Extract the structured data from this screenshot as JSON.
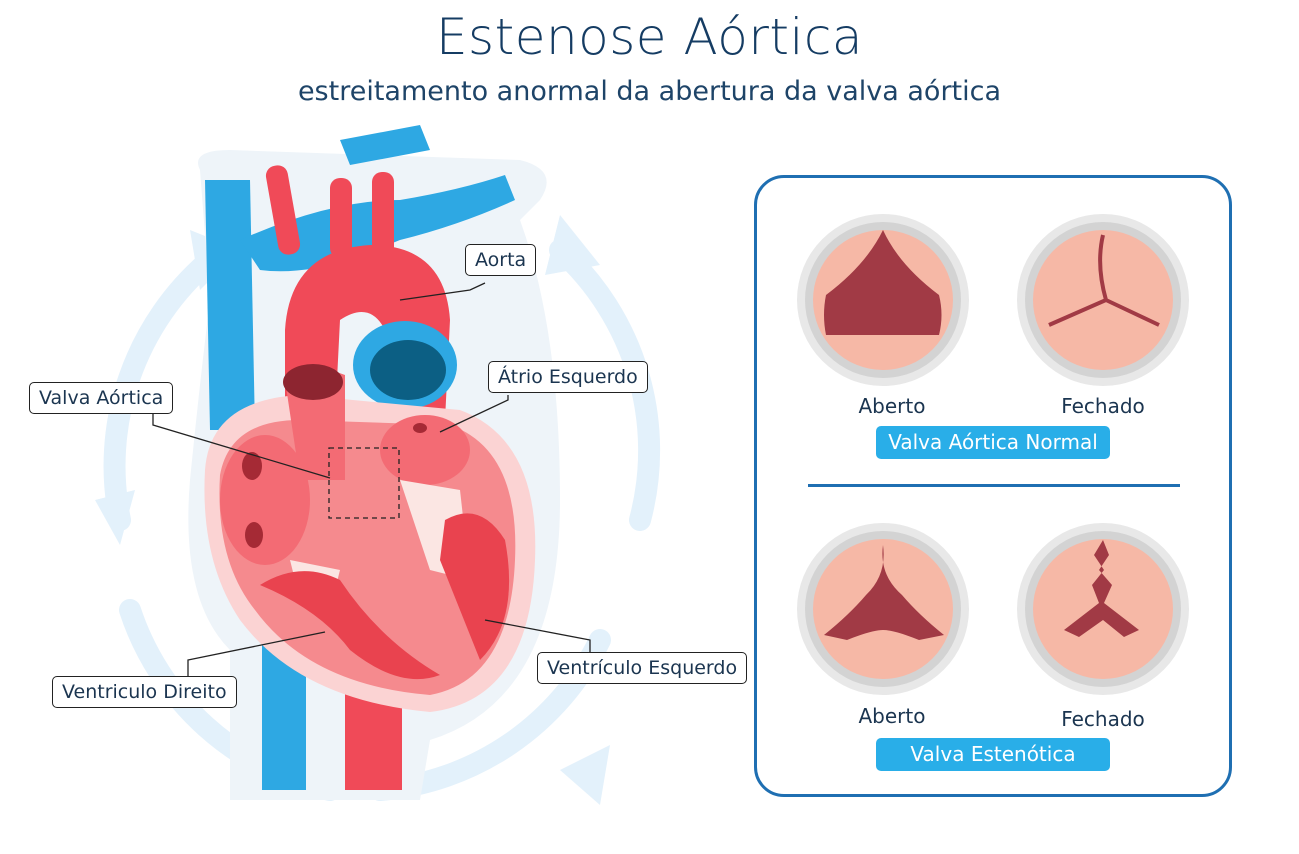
{
  "title": "Estenose Aórtica",
  "subtitle": "estreitamento anormal da abertura da valva aórtica",
  "callouts": {
    "aorta": "Aorta",
    "atrio_esquerdo": "Átrio Esquerdo",
    "valva_aortica": "Valva Aórtica",
    "ventriculo_direito": "Ventriculo Direito",
    "ventriculo_esquerdo": "Ventrículo Esquerdo"
  },
  "panel": {
    "normal": {
      "open_label": "Aberto",
      "closed_label": "Fechado",
      "caption": "Valva Aórtica Normal"
    },
    "stenotic": {
      "open_label": "Aberto",
      "closed_label": "Fechado",
      "caption": "Valva Estenótica"
    }
  },
  "colors": {
    "artery_red": "#f04a58",
    "vein_blue": "#2ea8e3",
    "accent_blue": "#29aee8",
    "panel_border": "#1f6fb2",
    "valve_dark": "#a13a45"
  }
}
